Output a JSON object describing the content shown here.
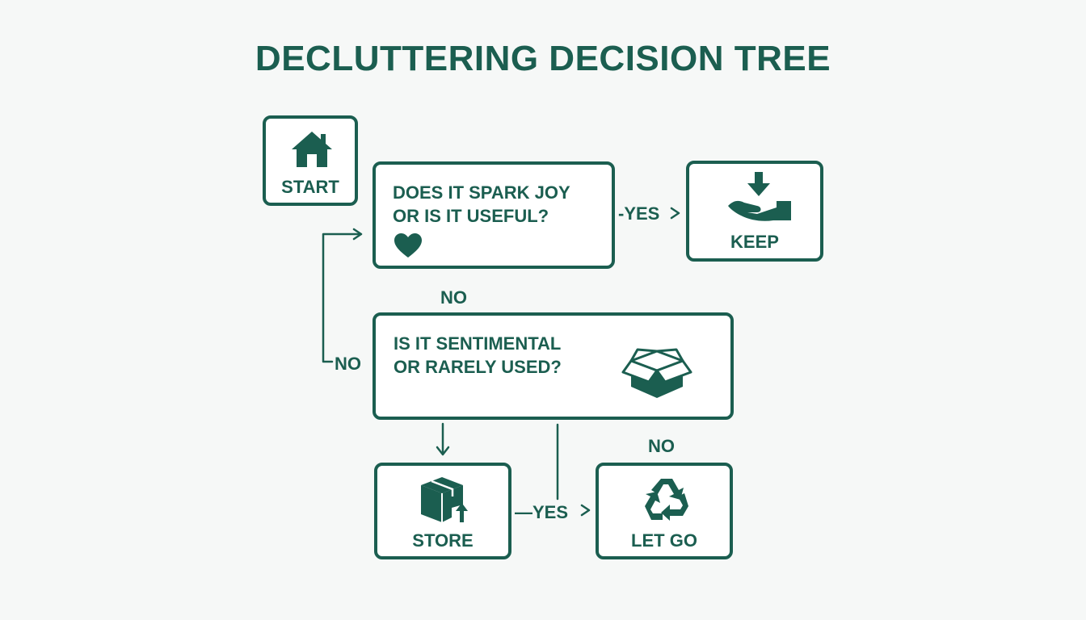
{
  "title": "DECLUTTERING DECISION TREE",
  "nodes": {
    "start": {
      "label": "START",
      "icon": "house-icon"
    },
    "joy_question": {
      "line1": "DOES IT SPARK JOY",
      "line2": "OR IS IT USEFUL?",
      "icon": "heart-icon"
    },
    "keep": {
      "label": "KEEP",
      "icon": "hand-receive-icon"
    },
    "sentimental_question": {
      "line1": "IS IT SENTIMENTAL",
      "line2": "OR RARELY USED?",
      "icon": "open-box-icon"
    },
    "store": {
      "label": "STORE",
      "icon": "package-icon"
    },
    "let_go": {
      "label": "LET GO",
      "icon": "recycle-icon"
    }
  },
  "edges": {
    "joy_yes": "-YES",
    "joy_no": "NO",
    "loop_no": "NO",
    "store_yes": "—YES",
    "sentimental_no": "NO"
  },
  "colors": {
    "accent": "#1b5e50",
    "background": "#f6f8f7",
    "box_fill": "#ffffff"
  }
}
